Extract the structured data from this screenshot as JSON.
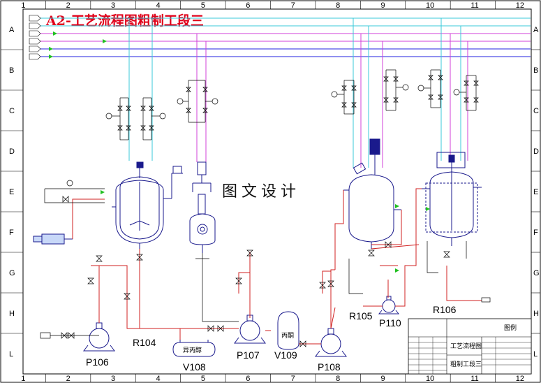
{
  "title": "A2-工艺流程图粗制工段三",
  "watermark": "图文设计",
  "grid": {
    "columns": [
      "1",
      "2",
      "3",
      "4",
      "5",
      "6",
      "7",
      "8",
      "9",
      "10",
      "11",
      "12"
    ],
    "rows": [
      "A",
      "B",
      "C",
      "D",
      "E",
      "F",
      "G",
      "H",
      "L"
    ]
  },
  "equipment": {
    "P106": "P106",
    "R104": "R104",
    "V108": "V108",
    "V108_tag": "异丙醇",
    "P107": "P107",
    "V109": "V109",
    "V109_tag": "丙酮",
    "P108": "P108",
    "R105": "R105",
    "P110": "P110",
    "R106": "R106"
  },
  "titleblock": {
    "legend": "图例",
    "name1": "工艺流程图",
    "name2": "粗制工段三"
  },
  "colors": {
    "cyan": "#38c8d8",
    "magenta": "#d040d8",
    "blue": "#2020e0",
    "red": "#d02020",
    "green": "#20c020",
    "equipment": "#1a1a8c"
  }
}
